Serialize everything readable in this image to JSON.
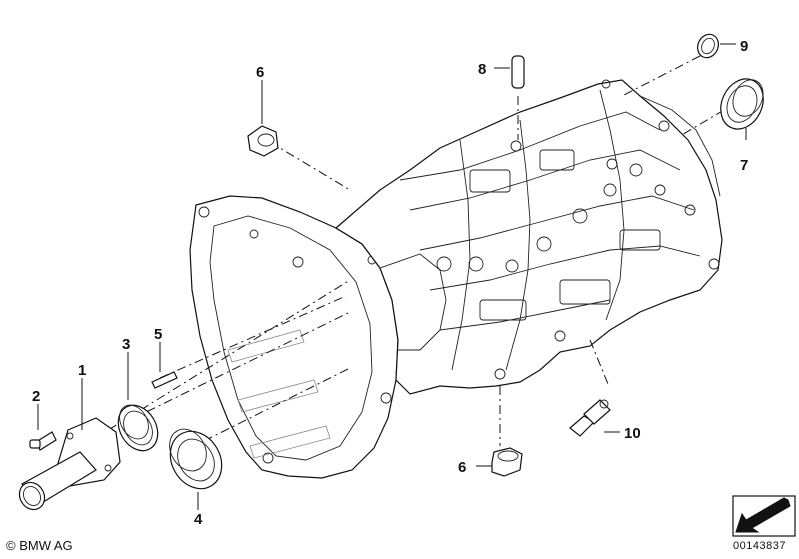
{
  "callouts": {
    "c1": "1",
    "c2": "2",
    "c3": "3",
    "c4": "4",
    "c5": "5",
    "c6_top": "6",
    "c6_bottom": "6",
    "c7": "7",
    "c8": "8",
    "c9": "9",
    "c10": "10"
  },
  "footer": {
    "copyright": "© BMW AG",
    "doc_number": "00143837"
  }
}
